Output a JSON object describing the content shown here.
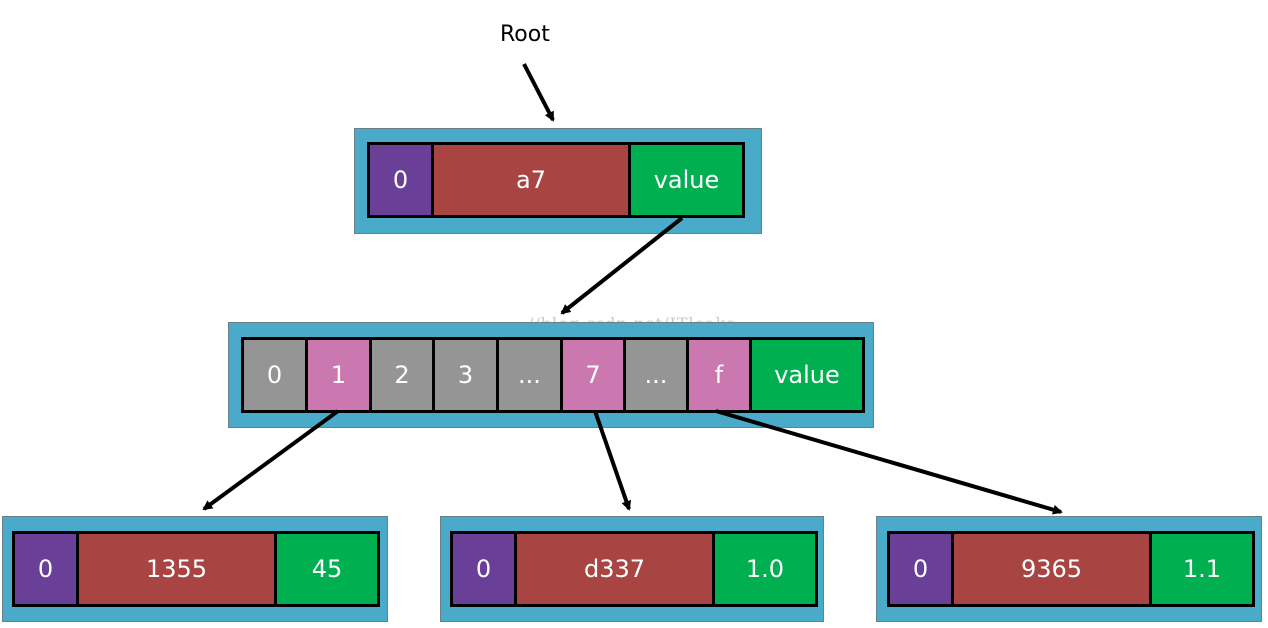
{
  "root_label": "Root",
  "watermark": "//blog.csdn.net/ITleaks",
  "top_node": {
    "prefix": "0",
    "key": "a7",
    "value": "value"
  },
  "branch_node": {
    "slots": [
      "0",
      "1",
      "2",
      "3",
      "...",
      "7",
      "...",
      "f"
    ],
    "value": "value"
  },
  "leaf_nodes": [
    {
      "prefix": "0",
      "key": "1355",
      "value": "45"
    },
    {
      "prefix": "0",
      "key": "d337",
      "value": "1.0"
    },
    {
      "prefix": "0",
      "key": "9365",
      "value": "1.1"
    }
  ],
  "colors": {
    "node_background": "#4aaac9",
    "prefix_cell": "#6a3f98",
    "key_cell": "#a84542",
    "value_cell": "#00b050",
    "empty_slot": "#959595",
    "used_slot": "#cc78b0"
  }
}
